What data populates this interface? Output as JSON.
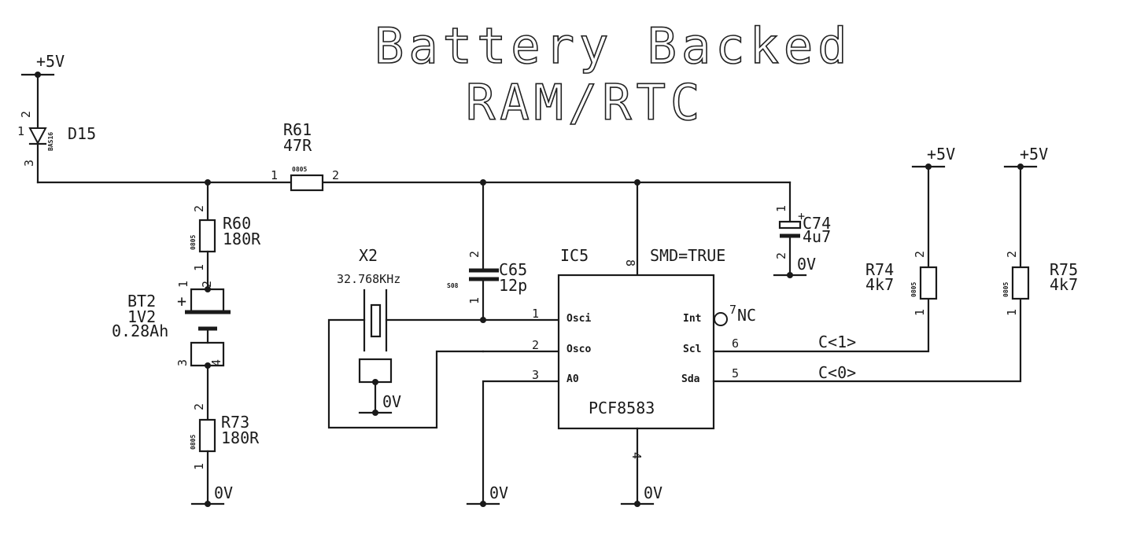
{
  "title": {
    "line1": "Battery Backed",
    "line2": "RAM/RTC"
  },
  "power_labels": {
    "vcc": "+5V",
    "gnd": "0V"
  },
  "components": {
    "D15": {
      "ref": "D15",
      "part": "BAS16",
      "pins": [
        "1",
        "2",
        "3"
      ]
    },
    "R61": {
      "ref": "R61",
      "value": "47R",
      "package": "0805",
      "pins": [
        "1",
        "2"
      ]
    },
    "R60": {
      "ref": "R60",
      "value": "180R",
      "package": "0805",
      "pins": [
        "2",
        "1"
      ]
    },
    "BT2": {
      "ref": "BT2",
      "value": "1V2",
      "capacity": "0.28Ah",
      "polarity": "+",
      "pins": [
        "1",
        "2",
        "3",
        "4"
      ]
    },
    "R73": {
      "ref": "R73",
      "value": "180R",
      "package": "0805",
      "pins": [
        "2",
        "1"
      ]
    },
    "X2": {
      "ref": "X2",
      "value": "32.768KHz"
    },
    "C65": {
      "ref": "C65",
      "value": "12p",
      "package": "S08",
      "pins": [
        "2",
        "1"
      ]
    },
    "C74": {
      "ref": "C74",
      "value": "4u7",
      "polarity": "+",
      "pins": [
        "1",
        "2"
      ]
    },
    "IC5": {
      "ref": "IC5",
      "part": "PCF8583",
      "attribute": "SMD=TRUE",
      "pin_vdd": "8",
      "pin_gnd": "4",
      "left_pins": [
        {
          "num": "1",
          "name": "Osci"
        },
        {
          "num": "2",
          "name": "Osco"
        },
        {
          "num": "3",
          "name": "A0"
        }
      ],
      "right_pins": [
        {
          "num": "7",
          "name": "Int",
          "note": "NC"
        },
        {
          "num": "6",
          "name": "Scl"
        },
        {
          "num": "5",
          "name": "Sda"
        }
      ]
    },
    "R74": {
      "ref": "R74",
      "value": "4k7",
      "package": "0805",
      "pins": [
        "2",
        "1"
      ]
    },
    "R75": {
      "ref": "R75",
      "value": "4k7",
      "package": "0805",
      "pins": [
        "2",
        "1"
      ]
    }
  },
  "nets": {
    "scl": "C<1>",
    "sda": "C<0>"
  }
}
